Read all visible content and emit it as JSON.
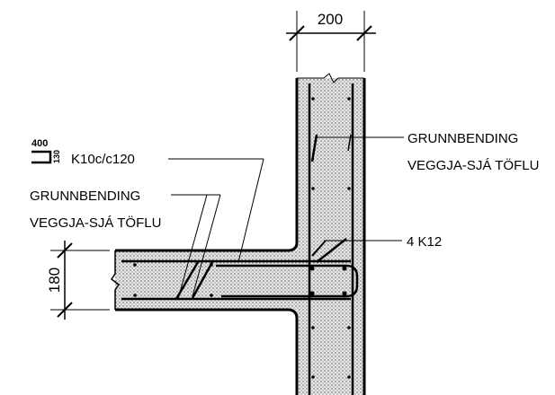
{
  "dimensions": {
    "wall_width": "200",
    "slab_thickness": "180"
  },
  "bar_shape": {
    "length": "400",
    "hook": "130",
    "label": "K10c/c120"
  },
  "callouts": {
    "right_line1": "GRUNNBENDING",
    "right_line2": "VEGGJA-SJÁ TÖFLU",
    "left_line1": "GRUNNBENDING",
    "left_line2": "VEGGJA-SJÁ TÖFLU",
    "corner_bars": "4 K12"
  },
  "colors": {
    "line": "#000000",
    "concrete": "#d6d6d6",
    "background": "#ffffff"
  }
}
